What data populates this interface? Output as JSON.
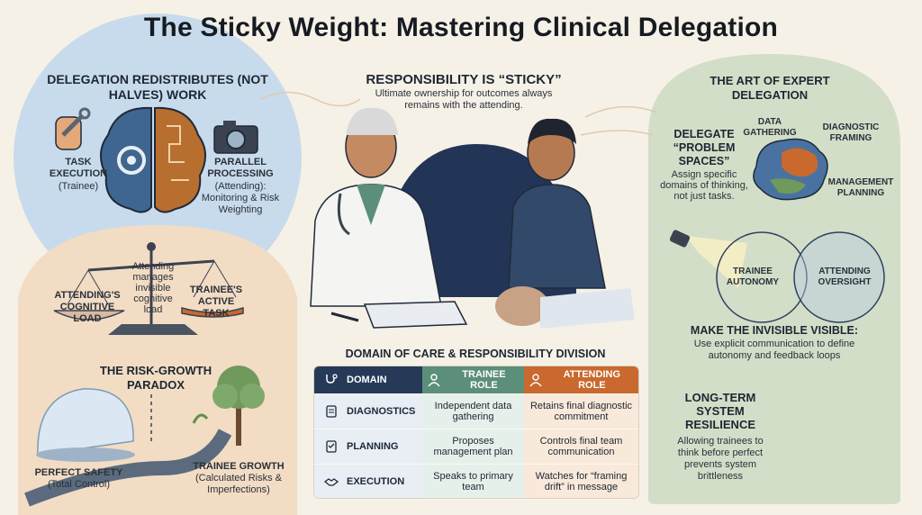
{
  "title": "The Sticky Weight: Mastering Clinical Delegation",
  "left_panel": {
    "heading": "DELEGATION REDISTRIBUTES (NOT HALVES) WORK",
    "task_execution": "TASK EXECUTION",
    "task_execution_sub": "(Trainee)",
    "parallel_processing": "PARALLEL PROCESSING",
    "parallel_processing_sub": "(Attending): Monitoring & Risk Weighting",
    "scale_center": "Attending manages invisible cognitive load",
    "attending_load": "ATTENDING'S COGNITIVE LOAD",
    "trainee_task": "TRAINEE'S ACTIVE TASK",
    "paradox_heading": "THE RISK-GROWTH PARADOX",
    "perfect_safety": "PERFECT SAFETY",
    "perfect_safety_sub": "(Total Control)",
    "trainee_growth": "TRAINEE GROWTH",
    "trainee_growth_sub": "(Calculated Risks & Imperfections)"
  },
  "center_panel": {
    "heading": "RESPONSIBILITY IS “STICKY”",
    "subheading": "Ultimate ownership for outcomes always remains with the attending.",
    "table_title": "DOMAIN OF CARE & RESPONSIBILITY DIVISION",
    "table": {
      "headers": [
        "DOMAIN",
        "TRAINEE ROLE",
        "ATTENDING ROLE"
      ],
      "rows": [
        {
          "domain": "DIAGNOSTICS",
          "trainee": "Independent data gathering",
          "attending": "Retains final diagnostic commitment"
        },
        {
          "domain": "PLANNING",
          "trainee": "Proposes management plan",
          "attending": "Controls final team communication"
        },
        {
          "domain": "EXECUTION",
          "trainee": "Speaks to primary team",
          "attending": "Watches for “framing drift” in message"
        }
      ]
    }
  },
  "right_panel": {
    "heading": "THE ART OF EXPERT DELEGATION",
    "delegate_heading": "DELEGATE “PROBLEM SPACES”",
    "delegate_sub": "Assign specific domains of thinking, not just tasks.",
    "data_gathering": "DATA GATHERING",
    "diagnostic_framing": "DIAGNOSTIC FRAMING",
    "management_planning": "MANAGEMENT PLANNING",
    "venn_left": "TRAINEE AUTONOMY",
    "venn_right": "ATTENDING OVERSIGHT",
    "invisible_heading": "MAKE THE INVISIBLE VISIBLE:",
    "invisible_sub": "Use explicit communication to define autonomy and feedback loops",
    "resilience_heading": "LONG-TERM SYSTEM RESILIENCE",
    "resilience_sub": "Allowing trainees to think before perfect prevents system brittleness"
  },
  "colors": {
    "navy": "#263a58",
    "sage": "#5c8f7a",
    "orange": "#c9692e",
    "blue_bg": "#c9dced",
    "peach_bg": "#f3d7bd",
    "green_bg": "#cfdcc4"
  }
}
